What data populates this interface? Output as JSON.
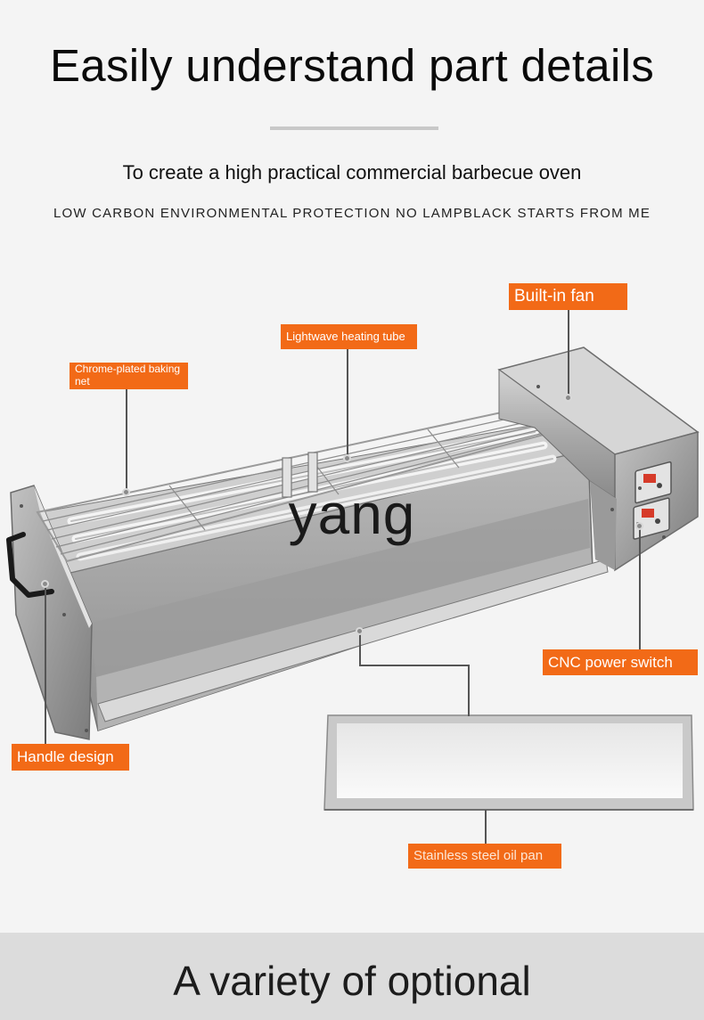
{
  "header": {
    "title": "Easily understand part details",
    "subtitle": "To create a high practical commercial barbecue oven",
    "tagline": "LOW CARBON ENVIRONMENTAL PROTECTION NO LAMPBLACK STARTS FROM ME"
  },
  "callouts": {
    "built_in_fan": "Built-in fan",
    "heating_tube": "Lightwave heating tube",
    "baking_net": "Chrome-plated baking net",
    "cnc_switch": "CNC power switch",
    "handle": "Handle design",
    "oil_pan": "Stainless steel oil pan"
  },
  "watermark": "yang",
  "footer": {
    "heading": "A variety of optional"
  },
  "colors": {
    "accent": "#f26a17",
    "background": "#f4f4f4"
  }
}
